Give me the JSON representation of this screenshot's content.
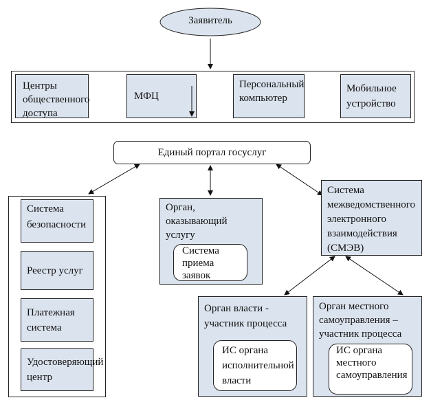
{
  "applicant": "Заявитель",
  "access_channels": [
    "Центры общественного доступа",
    "МФЦ",
    "Персональный компьютер",
    "Мобильное устройство"
  ],
  "portal": "Единый портал госуслуг",
  "infrastructure": [
    "Система безопасности",
    "Реестр услуг",
    "Платежная система",
    "Удостоверяющий центр"
  ],
  "service_body": {
    "title": "Орган, оказывающий услугу",
    "system": "Система приема заявок"
  },
  "smev": "Система межведомственного электронного взаимодействия (СМЭВ)",
  "authority": {
    "title": "Орган власти - участник процесса",
    "system": "ИС органа исполнительной власти"
  },
  "local_gov": {
    "title": "Орган местного самоуправления – участник процесса",
    "system": "ИС органа местного самоуправления"
  },
  "colors": {
    "box_fill": "#dbe3ee",
    "ellipse_fill": "#dbe3ee"
  }
}
